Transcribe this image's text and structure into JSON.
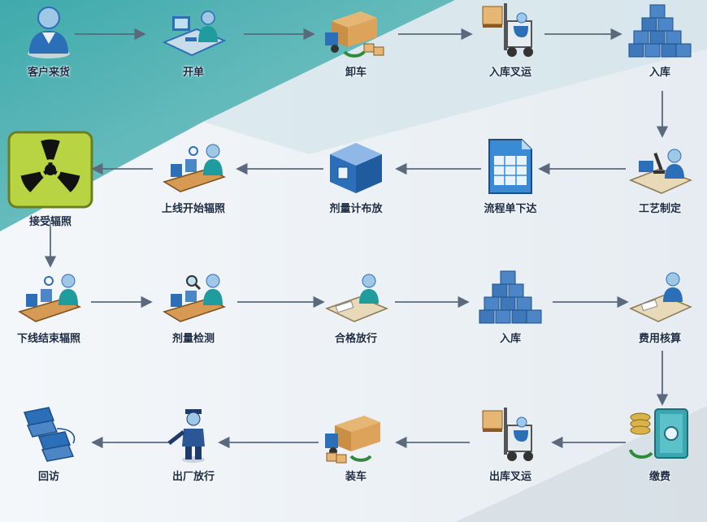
{
  "nodes": [
    {
      "id": "customer",
      "label": "客户来货",
      "icon": "person-icon"
    },
    {
      "id": "open-order",
      "label": "开单",
      "icon": "desk-clerk-icon"
    },
    {
      "id": "unload",
      "label": "卸车",
      "icon": "truck-unload-icon"
    },
    {
      "id": "forklift-in",
      "label": "入库叉运",
      "icon": "forklift-icon"
    },
    {
      "id": "storage-1",
      "label": "入库",
      "icon": "boxes-stack-icon"
    },
    {
      "id": "process-design",
      "label": "工艺制定",
      "icon": "microscope-desk-icon"
    },
    {
      "id": "flow-sheet",
      "label": "流程单下达",
      "icon": "document-sheet-icon"
    },
    {
      "id": "dose-meter",
      "label": "剂量计布放",
      "icon": "box-lock-icon"
    },
    {
      "id": "start-irr",
      "label": "上线开始辐照",
      "icon": "conveyor-worker-icon"
    },
    {
      "id": "irradiation",
      "label": "接受辐照",
      "icon": "radiation-icon"
    },
    {
      "id": "end-irr",
      "label": "下线结束辐照",
      "icon": "conveyor-worker-icon"
    },
    {
      "id": "dose-test",
      "label": "剂量检测",
      "icon": "conveyor-inspect-icon"
    },
    {
      "id": "release",
      "label": "合格放行",
      "icon": "inspector-desk-icon"
    },
    {
      "id": "storage-2",
      "label": "入库",
      "icon": "boxes-stack-icon"
    },
    {
      "id": "cost",
      "label": "费用核算",
      "icon": "accountant-desk-icon"
    },
    {
      "id": "payment",
      "label": "缴费",
      "icon": "safe-coins-icon"
    },
    {
      "id": "forklift-out",
      "label": "出库叉运",
      "icon": "forklift-icon"
    },
    {
      "id": "load",
      "label": "装车",
      "icon": "truck-load-icon"
    },
    {
      "id": "exit",
      "label": "出厂放行",
      "icon": "guard-icon"
    },
    {
      "id": "visit",
      "label": "回访",
      "icon": "telephone-icon"
    }
  ],
  "colors": {
    "arrow": "#5a6a7c",
    "label": "#1b2b45",
    "teal": "#2fa9a7",
    "blue": "#2b6fb8",
    "box": "#4d86c6",
    "radiation": "#b9d442"
  }
}
